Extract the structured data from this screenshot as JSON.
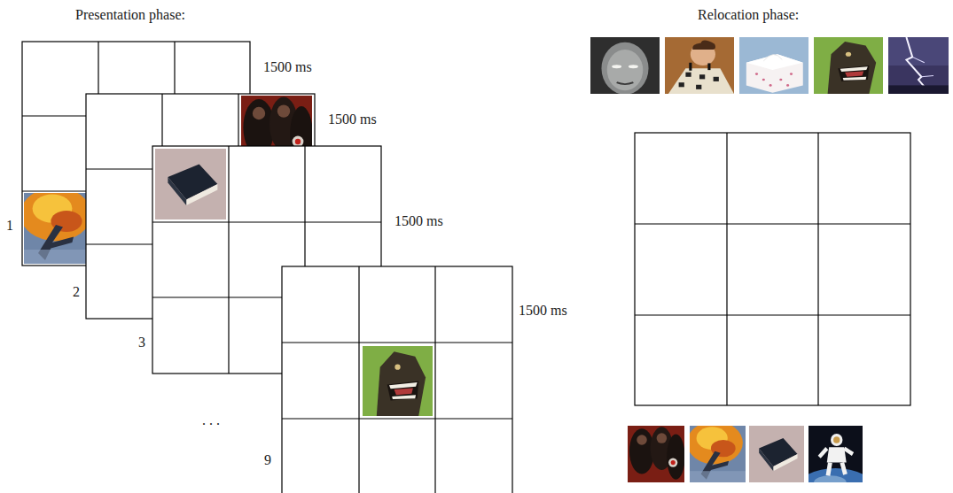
{
  "diagram": {
    "labels": [
      "Presentation phase:",
      "1500 ms",
      "1500 ms",
      "1500 ms",
      "1500 ms",
      "1",
      "2",
      "3",
      ". . .",
      "9",
      "Relocation phase:"
    ]
  }
}
